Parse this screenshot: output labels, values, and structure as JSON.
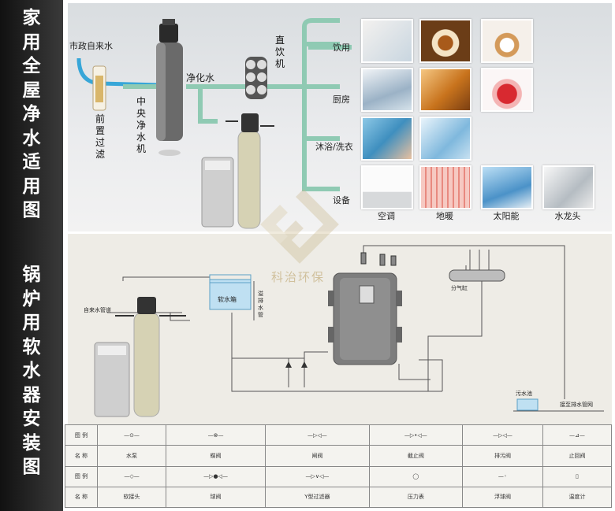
{
  "sidebar": {
    "title_top": "家用全屋净水适用图",
    "title_bottom": "锅炉用软水器安装图"
  },
  "top_diagram": {
    "municipal_water": "市政自来水",
    "pre_filter": "前置过滤",
    "central_purifier": "中央净水机",
    "purified_water": "净化水",
    "direct_drinking": "直饮机",
    "branches": [
      "饮用",
      "厨房",
      "沐浴/洗衣",
      "设备"
    ],
    "devices": [
      "空调",
      "地暖",
      "太阳能",
      "水龙头"
    ]
  },
  "bottom_diagram": {
    "tap_water_inlet": "自来水管道",
    "soft_water_tank": "软水箱",
    "overflow_pipe": "溢排水管",
    "steam_header": "分气缸",
    "sewage_pool": "污水池",
    "drain_line": "接至排水管网"
  },
  "legend": {
    "row_labels": [
      "图 例",
      "名 称",
      "图 例",
      "名 称"
    ],
    "names_row1": [
      "水泵",
      "蝶阀",
      "闸阀",
      "截止阀",
      "排污阀",
      "止回阀"
    ],
    "names_row2": [
      "软接头",
      "球阀",
      "Y型过滤器",
      "压力表",
      "浮球阀",
      "温度计"
    ]
  },
  "watermark": {
    "text": "科治环保"
  },
  "colors": {
    "pipe": "#8fcab3",
    "blue_pipe": "#37a6d8",
    "tank": "#7d7d7d",
    "sidebar": "#222222"
  },
  "icons": [
    "water-glass-photo",
    "tea-photo",
    "dessert-photo",
    "kitchen-photo",
    "cooking-photo",
    "strawberry-photo",
    "shower-photo",
    "washer-photo",
    "air-conditioner-photo",
    "floor-heating-photo",
    "solar-panel-photo",
    "faucet-photo"
  ]
}
